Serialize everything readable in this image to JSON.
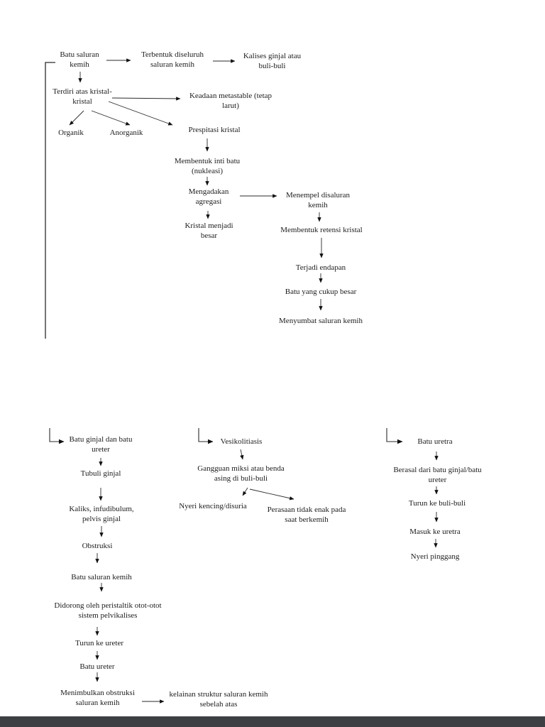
{
  "document": {
    "background_color": "#ffffff",
    "text_color": "#1c1c1c",
    "line_color": "#2a2a2a",
    "bottom_bar_color": "#3d3f42"
  },
  "top_chart": {
    "batu_saluran_kemih": "Batu saluran kemih",
    "terbentuk": "Terbentuk diseluruh saluran kemih",
    "kalises": "Kalises ginjal atau buli-buli",
    "terdiri_kristal": "Terdiri atas kristal-kristal",
    "metastable": "Keadaan metastable (tetap larut)",
    "organik": "Organik",
    "anorganik": "Anorganik",
    "prespitasi": "Prespitasi kristal",
    "inti_batu": "Membentuk inti batu (nukleasi)",
    "agregasi": "Mengadakan agregasi",
    "menempel": "Menempel disaluran kemih",
    "kristal_besar": "Kristal menjadi besar",
    "retensi": "Membentuk retensi kristal",
    "endapan": "Terjadi endapan",
    "batu_cukup_besar": "Batu yang cukup besar",
    "menyumbat": "Menyumbat saluran kemih"
  },
  "ginjal_column": {
    "batu_ginjal_ureter": "Batu ginjal dan batu ureter",
    "tubuli": "Tubuli ginjal",
    "kaliks": "Kaliks, infudibulum, pelvis ginjal",
    "obstruksi": "Obstruksi",
    "batu_saluran_kemih": "Batu saluran kemih",
    "didorong": "Didorong oleh peristaltik otot-otot sistem pelvikalises",
    "turun_ureter": "Turun ke ureter",
    "batu_ureter": "Batu ureter",
    "menimbulkan": "Menimbulkan obstruksi saluran kemih",
    "kelainan": "kelainan struktur saluran kemih sebelah atas"
  },
  "vesiko_column": {
    "vesikolitiasis": "Vesikolitiasis",
    "gangguan_miksi": "Gangguan miksi atau benda asing di buli-buli",
    "nyeri_kencing": "Nyeri kencing/disuria",
    "perasaan": "Perasaan tidak enak pada saat berkemih"
  },
  "uretra_column": {
    "batu_uretra": "Batu uretra",
    "berasal": "Berasal dari batu ginjal/batu ureter",
    "turun_buli": "Turun ke buli-buli",
    "masuk_uretra": "Masuk ke uretra",
    "nyeri_pinggang": "Nyeri pinggang"
  }
}
